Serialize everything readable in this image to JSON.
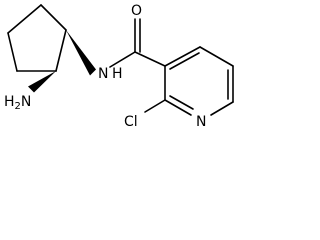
{
  "atoms": {
    "amine": {
      "main": "H",
      "sub": "2",
      "tail": "N"
    },
    "amide_n": "N",
    "amide_h": "H",
    "carbonyl_o": "O",
    "chlorine": "Cl",
    "ring_n": "N"
  },
  "colors": {
    "bond": "#000000",
    "text": "#000000",
    "background": "#ffffff"
  }
}
